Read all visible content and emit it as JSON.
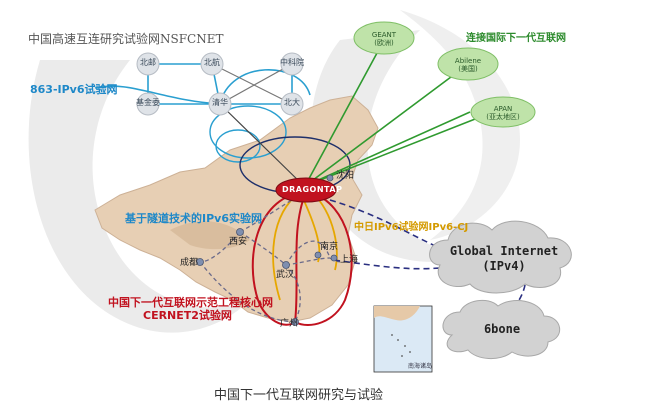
{
  "top_title": "中国高速互连研究试验网NSFCNET",
  "labels": {
    "ipv6_863": "863-IPv6试验网",
    "tunnel_ipv6": "基于隧道技术的IPv6实验网",
    "cernet2_line1": "中国下一代互联网示范工程核心网",
    "cernet2_line2": "CERNET2试验网",
    "ipv6_cj": "中日IPv6试验网IPv6-CJ",
    "intl_next": "连接国际下一代互联网"
  },
  "nsfc_nodes": [
    "北邮",
    "北航",
    "中科院",
    "基金委",
    "清华",
    "北大"
  ],
  "green_nodes": [
    {
      "line1": "GEANT",
      "line2": "(欧洲)"
    },
    {
      "line1": "Abilene",
      "line2": "(美国)"
    },
    {
      "line1": "APAN",
      "line2": "(亚太地区)"
    }
  ],
  "hub": "DRAGONTAP",
  "cities": [
    "沈阳",
    "西安",
    "南京",
    "成都",
    "武汉",
    "上海",
    "广州"
  ],
  "clouds": [
    {
      "line1": "Global Internet",
      "line2": "(IPv4)"
    },
    {
      "line1": "6bone",
      "line2": ""
    }
  ],
  "inset_label": "南海诸岛",
  "caption": "中国下一代互联网研究与试验",
  "colors": {
    "map_fill": "#e7cfb4",
    "hub_red": "#c1121f",
    "cernet_red": "#c1121f",
    "cj_yellow": "#e6a700",
    "intl_green": "#2f9a2f",
    "nsfc_blue": "#2a9fd0",
    "cloud_gray": "#cfcfcf"
  }
}
